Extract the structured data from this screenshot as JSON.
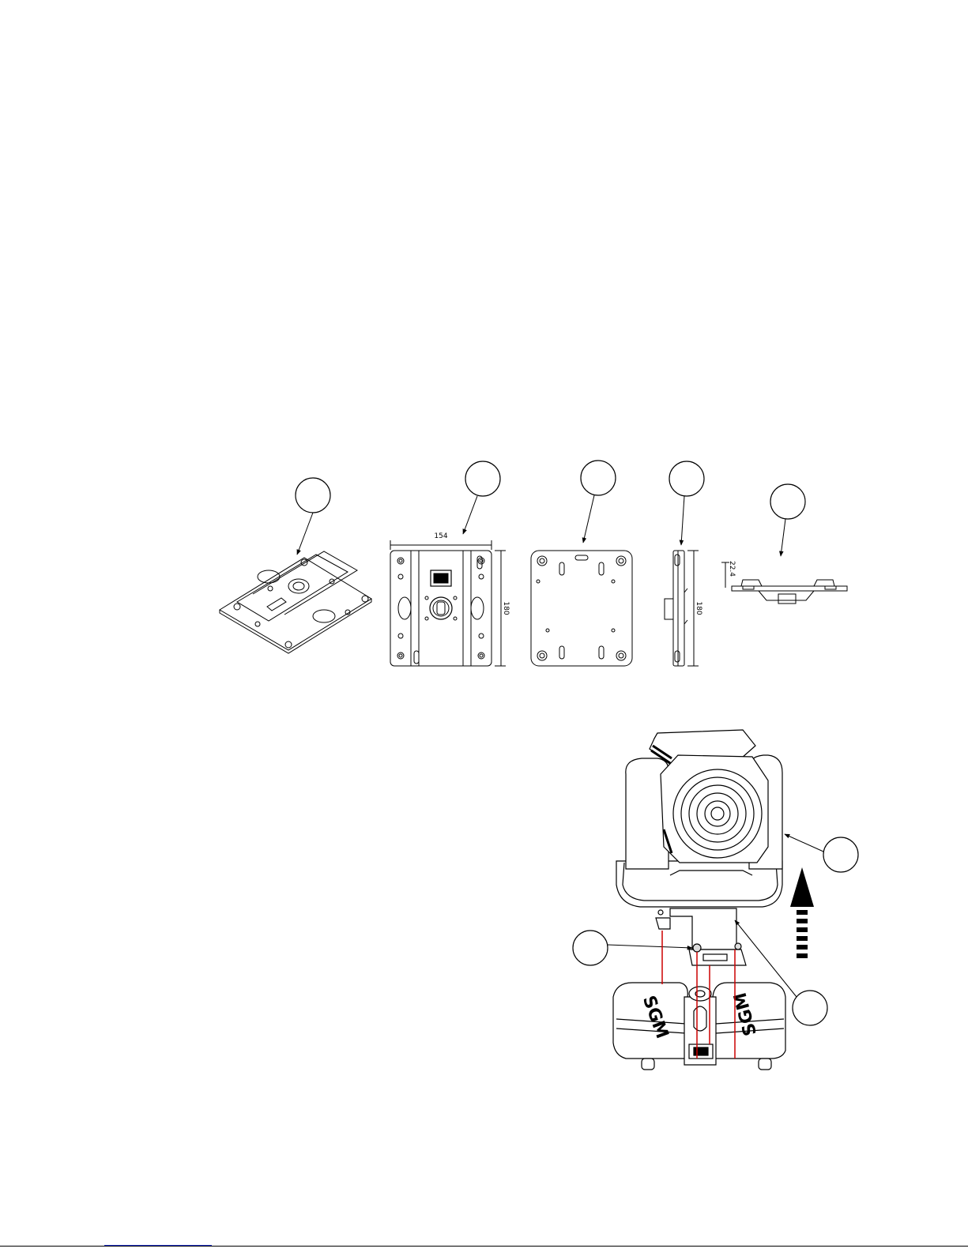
{
  "dimensions": {
    "width_label": "154",
    "height_label_front": "180",
    "height_label_side": "180",
    "depth_label": "22.4"
  },
  "logo_text": "SGM",
  "colors": {
    "line": "#000000",
    "guide": "#cc0000",
    "footer_link": "#2233cc"
  }
}
